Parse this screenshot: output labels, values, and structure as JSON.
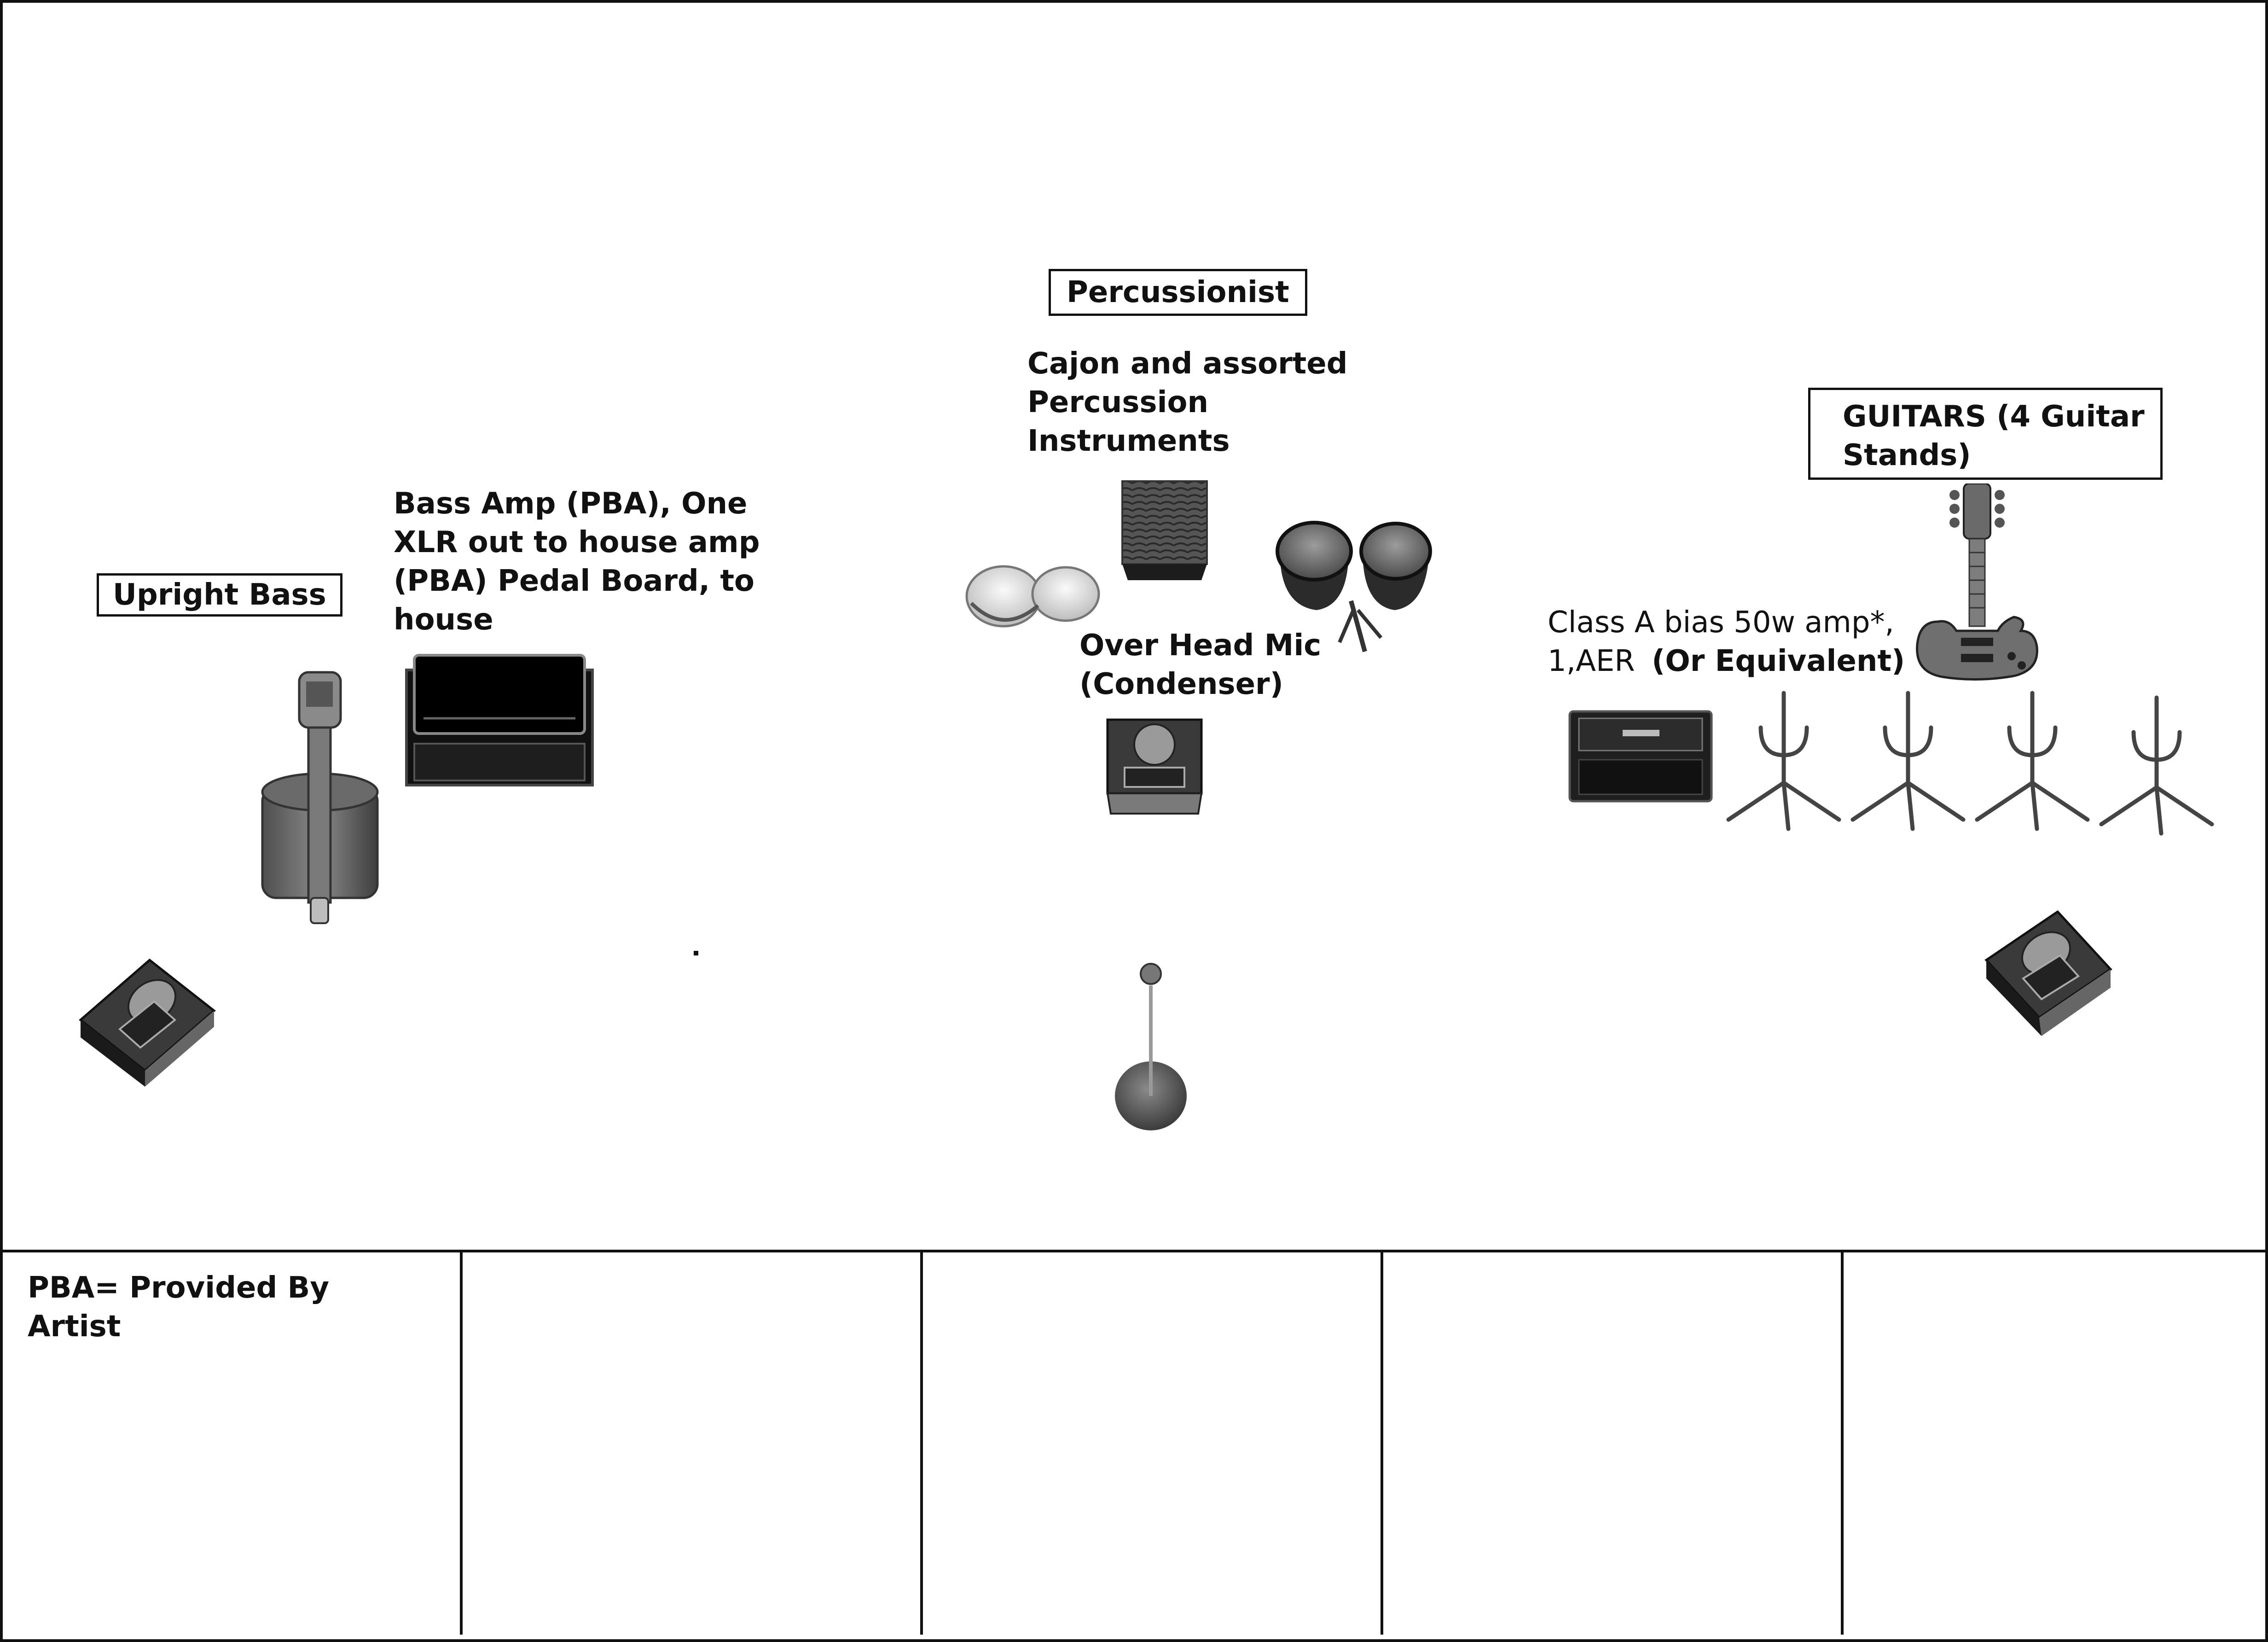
{
  "labels": {
    "percussionist": "Percussionist",
    "percussion_desc": [
      "Cajon and assorted",
      "Percussion",
      "Instruments"
    ],
    "guitars": [
      "GUITARS (4 Guitar",
      "Stands)"
    ],
    "bass_amp": [
      "Bass Amp (PBA), One",
      "XLR out to house amp",
      "(PBA) Pedal Board, to",
      "house"
    ],
    "upright_bass": "Upright Bass",
    "overhead_mic": [
      "Over Head Mic",
      "(Condenser)"
    ],
    "guitar_amp_line1": "Class A bias 50w amp*,",
    "guitar_amp_line2_a": "1,AER",
    "guitar_amp_line2_b": "(Or Equivalent)",
    "legend": [
      "PBA= Provided By",
      "Artist"
    ]
  },
  "icons": {
    "upright_bass": "upright-bass-icon",
    "bass_amp": "bass-amp-icon",
    "bongos": "bongo-drums-icon",
    "cajon": "cajon-icon",
    "congas": "conga-drums-icon",
    "overhead_mic_monitor": "monitor-wedge-icon",
    "vocal_mic": "microphone-stand-icon",
    "guitar_amp": "guitar-amp-icon",
    "electric_guitar": "electric-guitar-icon",
    "guitar_stand": "guitar-stand-icon",
    "monitor_left": "monitor-wedge-icon",
    "monitor_right": "monitor-wedge-icon"
  },
  "colors": {
    "line": "#111111",
    "background": "#ffffff"
  }
}
